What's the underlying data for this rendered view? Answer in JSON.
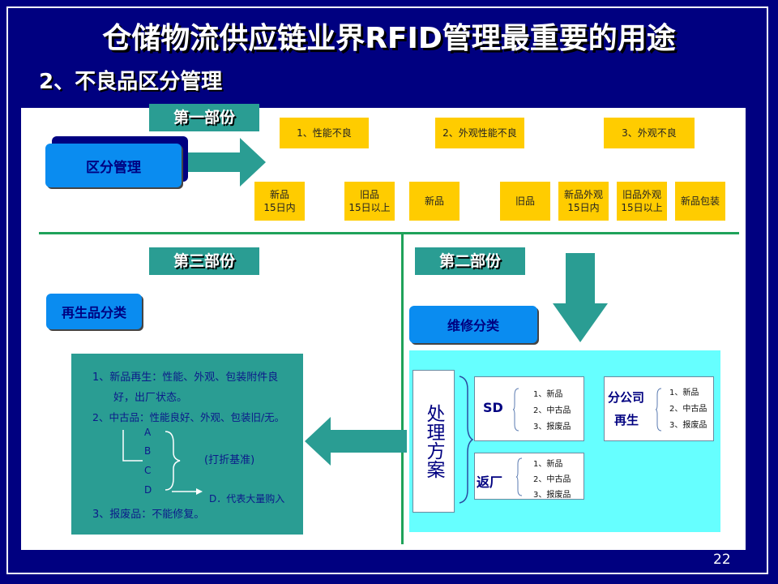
{
  "title": "仓储物流供应链业界RFID管理最重要的用途",
  "subtitle": "2、不良品区分管理",
  "page_number": "22",
  "part1": {
    "header": "第一部份",
    "button": "区分管理",
    "categories": [
      "1、性能不良",
      "2、外观性能不良",
      "3、外观不良"
    ],
    "items": [
      [
        "新品",
        "15日内"
      ],
      [
        "旧品",
        "15日以上"
      ],
      [
        "新品"
      ],
      [
        "旧品"
      ],
      [
        "新品外观",
        "15日内"
      ],
      [
        "旧品外观",
        "15日以上"
      ],
      [
        "新品包装"
      ]
    ]
  },
  "part2": {
    "header": "第二部份",
    "button": "维修分类",
    "process_label": "处理方案",
    "sd_label": "SD",
    "return_label": "返厂",
    "branch_label_1": "分公司",
    "branch_label_2": "再生",
    "list": [
      "1、新品",
      "2、中古品",
      "3、报废品"
    ]
  },
  "part3": {
    "header": "第三部份",
    "button": "再生品分类",
    "line1a": "1、新品再生：性能、外观、包装附件良",
    "line1b": "好，出厂状态。",
    "line2": "2、中古品：性能良好、外观、包装旧/无。",
    "grades": [
      "A",
      "B",
      "C",
      "D"
    ],
    "discount": "(打折基准)",
    "d_note": "D．代表大量购入",
    "line3": "3、报废品：不能修复。"
  },
  "colors": {
    "background": "#000080",
    "teal": "#2a9d93",
    "yellow": "#ffcc00",
    "cyan": "#66ffff",
    "blue": "#0a8cf0",
    "green_line": "#1fa25a"
  }
}
